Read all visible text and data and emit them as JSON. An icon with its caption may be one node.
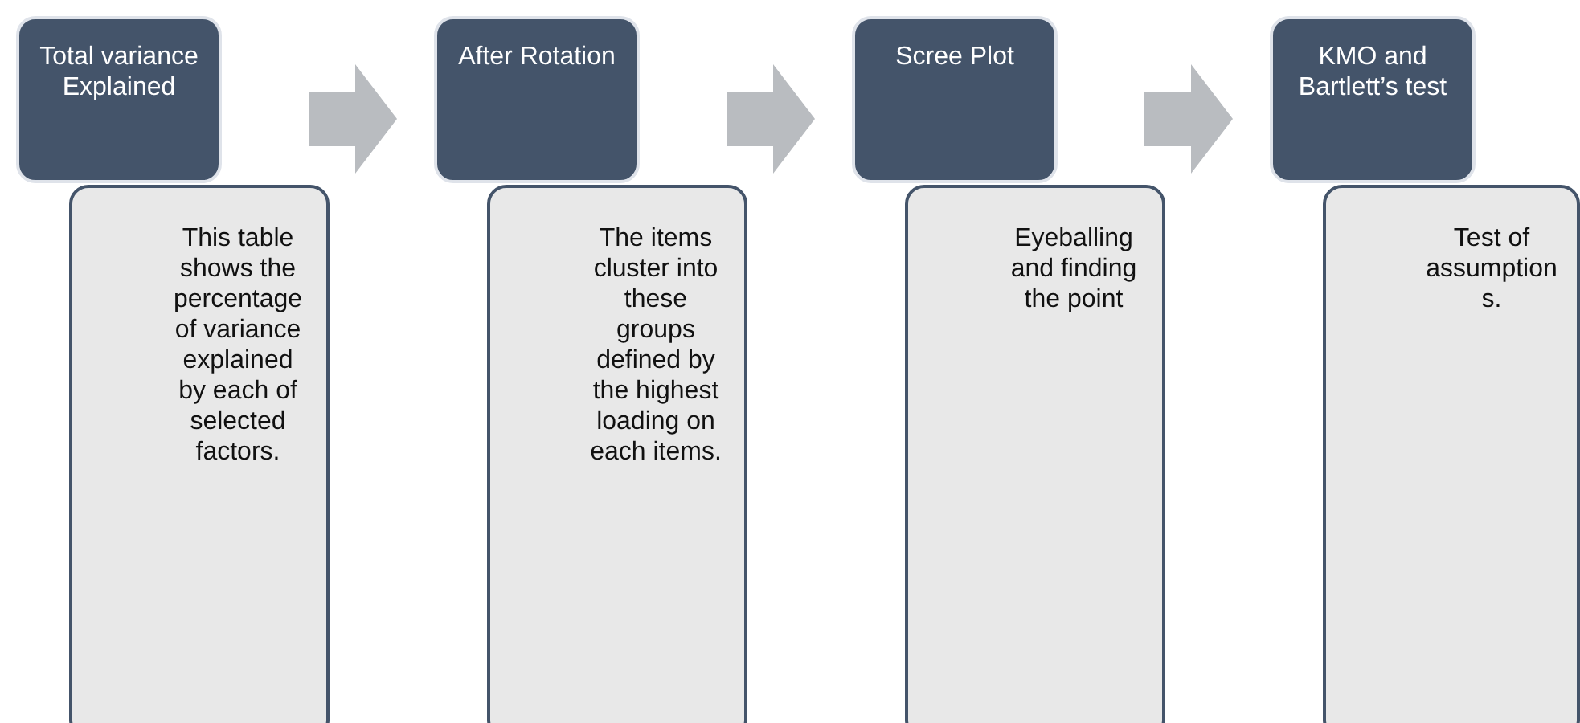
{
  "diagram": {
    "nodes": [
      {
        "text": [
          "Total variance Explained"
        ]
      },
      {
        "text": [
          "This table shows the percentage of variance explained by each of selected factors."
        ]
      },
      {
        "text": [
          "After Rotation"
        ]
      },
      {
        "text": [
          "The items cluster into these groups defined by the highest loading on each items."
        ]
      },
      {
        "text": [
          "Scree Plot"
        ]
      },
      {
        "text": [
          "Eyeballing and finding the point"
        ]
      },
      {
        "text": [
          "KMO and Bartlett’s test"
        ]
      },
      {
        "text": [
          "Test of assumptions."
        ]
      }
    ],
    "edges": [
      {
        "from": 0,
        "to": 2,
        "arrow": "to"
      },
      {
        "from": 2,
        "to": 4,
        "arrow": "to"
      },
      {
        "from": 4,
        "to": 6,
        "arrow": "to"
      }
    ]
  }
}
